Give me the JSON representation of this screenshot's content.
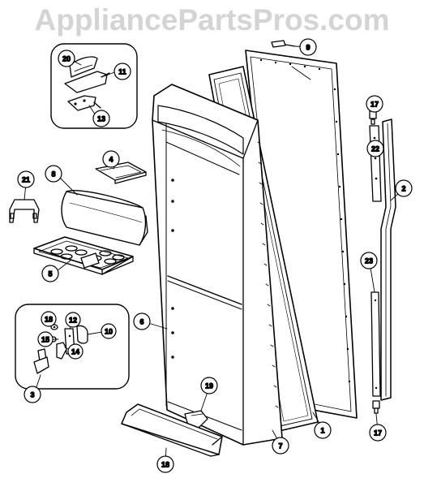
{
  "watermark": "AppliancePartsPros.com",
  "callouts": [
    {
      "id": "c1",
      "label": "1"
    },
    {
      "id": "c2",
      "label": "2"
    },
    {
      "id": "c3",
      "label": "3"
    },
    {
      "id": "c4",
      "label": "4"
    },
    {
      "id": "c5",
      "label": "5"
    },
    {
      "id": "c6",
      "label": "6"
    },
    {
      "id": "c7",
      "label": "7"
    },
    {
      "id": "c8",
      "label": "8"
    },
    {
      "id": "c9",
      "label": "9"
    },
    {
      "id": "c10",
      "label": "10"
    },
    {
      "id": "c11",
      "label": "11"
    },
    {
      "id": "c12",
      "label": "12"
    },
    {
      "id": "c13",
      "label": "13"
    },
    {
      "id": "c14",
      "label": "14"
    },
    {
      "id": "c15",
      "label": "15"
    },
    {
      "id": "c17a",
      "label": "17"
    },
    {
      "id": "c17b",
      "label": "17"
    },
    {
      "id": "c18",
      "label": "18"
    },
    {
      "id": "c18b",
      "label": "18"
    },
    {
      "id": "c19",
      "label": "19"
    },
    {
      "id": "c20",
      "label": "20"
    },
    {
      "id": "c21",
      "label": "21"
    },
    {
      "id": "c22",
      "label": "22"
    },
    {
      "id": "c23",
      "label": "23"
    }
  ]
}
